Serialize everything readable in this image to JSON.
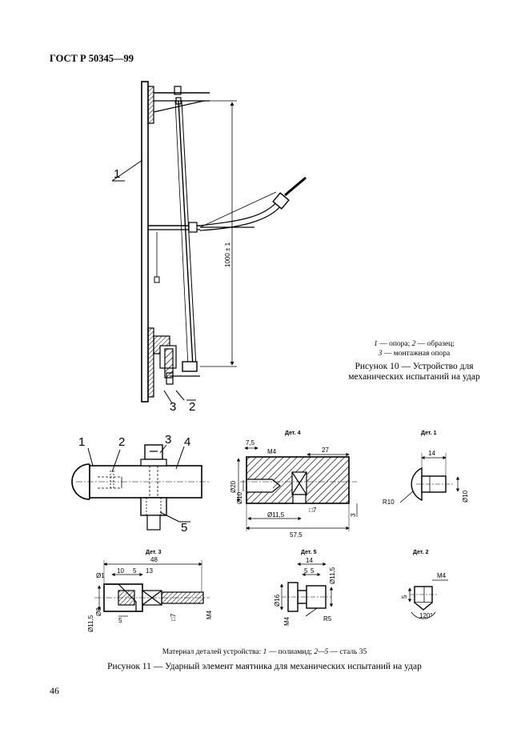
{
  "header": {
    "standard": "ГОСТ Р 50345—99"
  },
  "figure10": {
    "callouts": [
      "1",
      "2",
      "3"
    ],
    "dimension": "1000 ± 1",
    "legend": {
      "n1": "1",
      "t1": " — опора; ",
      "n2": "2",
      "t2": " — образец;",
      "n3": "3",
      "t3": " — монтажная опора"
    },
    "caption_line1": "Рисунок 10 — Устройство для",
    "caption_line2": "механических испытаний на удар"
  },
  "figure11": {
    "assembly_callouts": [
      "1",
      "2",
      "3",
      "4",
      "5"
    ],
    "det4": {
      "title": "Дет. 4",
      "dims": [
        "7,5",
        "М4",
        "27",
        "Ø20",
        "Ø10",
        "Ø11,5",
        "□7",
        "3",
        "57,5"
      ]
    },
    "det1": {
      "title": "Дет. 1",
      "dims": [
        "14",
        "R10",
        "Ø10"
      ]
    },
    "det3": {
      "title": "Дет. 3",
      "dims": [
        "48",
        "10",
        "5",
        "13",
        "Ø1",
        "Ø11,5",
        "Ø8",
        "5",
        "□7",
        "М4"
      ]
    },
    "det5": {
      "title": "Дет. 5",
      "dims": [
        "14",
        "5",
        "5",
        "Ø11,5",
        "Ø16",
        "М4",
        "R5"
      ]
    },
    "det2": {
      "title": "Дет. 2",
      "dims": [
        "М4",
        "5",
        "120°"
      ]
    },
    "material": {
      "prefix": "Материал деталей устройства: ",
      "n1": "1",
      "t1": " — полиамид; ",
      "n2": "2—5",
      "t2": " — сталь 35"
    },
    "caption": "Рисунок 11 — Ударный элемент маятника для механических испытаний на удар"
  },
  "page": {
    "number": "46"
  }
}
